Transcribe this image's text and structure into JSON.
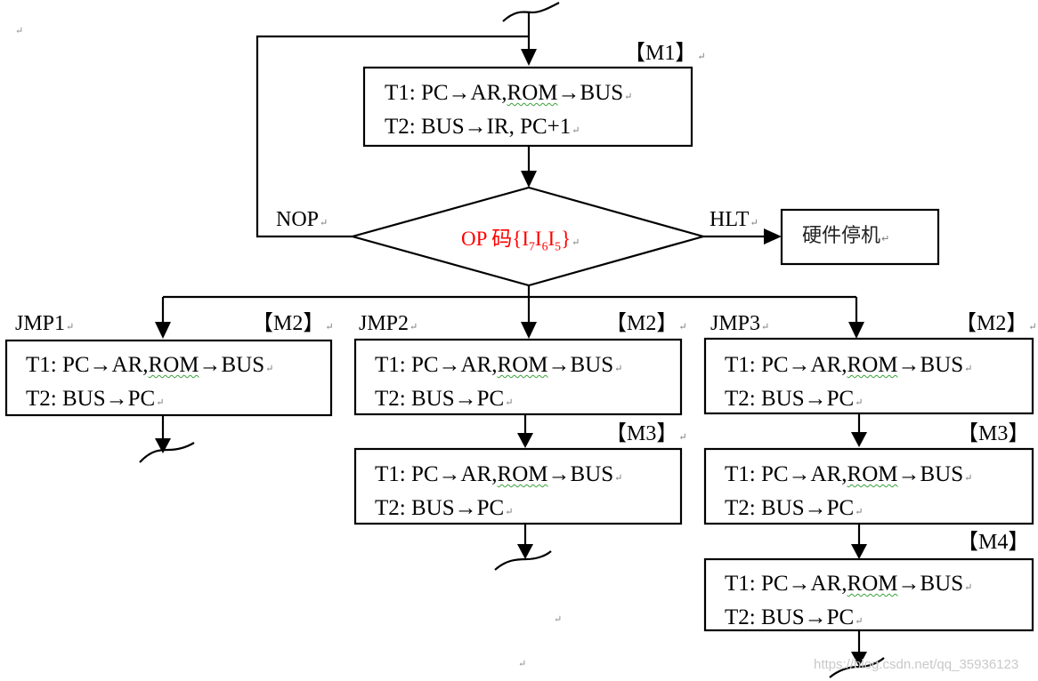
{
  "diagram": {
    "title_hidden": "",
    "fetch": {
      "label": "【M1】",
      "line1_prefix": "T1: PC",
      "line1_mid": "AR,",
      "line1_rom": "ROM",
      "line1_suffix": "BUS",
      "line2": "T2: BUS→IR, PC+1",
      "arrow_glyph": "→"
    },
    "decision": {
      "text_main": "OP 码{I",
      "sub1": "7",
      "i2": "I",
      "sub2": "6",
      "i3": "I",
      "sub3": "5",
      "close": "}",
      "color": "#ff0000"
    },
    "branches": {
      "nop": "NOP",
      "hlt": "HLT",
      "halt_box": "硬件停机"
    },
    "micro_line1_prefix": "T1: PC",
    "micro_line1_mid": "AR,",
    "micro_line1_rom": "ROM",
    "micro_line1_suffix": "BUS",
    "micro_line2": "T2: BUS→PC",
    "arrow_glyph": "→",
    "jmp1": {
      "name": "JMP1",
      "cycles": [
        "【M2】"
      ]
    },
    "jmp2": {
      "name": "JMP2",
      "cycles": [
        "【M2】",
        "【M3】"
      ]
    },
    "jmp3": {
      "name": "JMP3",
      "cycles": [
        "【M2】",
        "【M3】",
        "【M4】"
      ]
    },
    "return_mark": "↵",
    "watermark": "https://blog.csdn.net/qq_35936123"
  }
}
